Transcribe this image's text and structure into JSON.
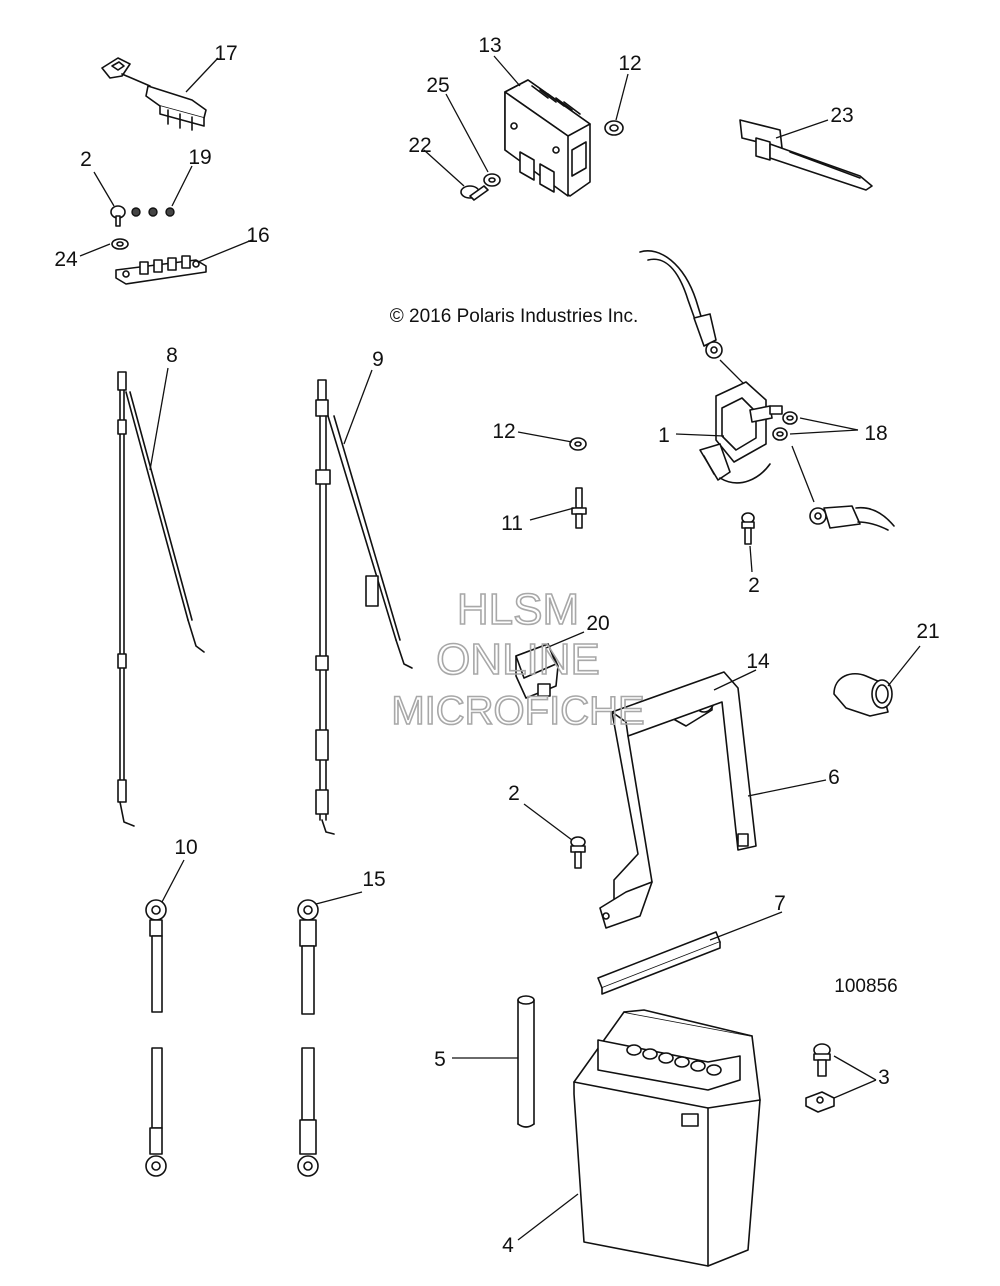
{
  "diagram": {
    "copyright": "© 2016 Polaris Industries Inc.",
    "ref_number": "100856",
    "watermark": [
      "HLSM",
      "ONLINE",
      "MICROFICHE"
    ],
    "callouts": [
      {
        "id": "c17",
        "label": "17"
      },
      {
        "id": "c13",
        "label": "13"
      },
      {
        "id": "c12a",
        "label": "12"
      },
      {
        "id": "c25",
        "label": "25"
      },
      {
        "id": "c22",
        "label": "22"
      },
      {
        "id": "c23",
        "label": "23"
      },
      {
        "id": "c2a",
        "label": "2"
      },
      {
        "id": "c19",
        "label": "19"
      },
      {
        "id": "c24",
        "label": "24"
      },
      {
        "id": "c16",
        "label": "16"
      },
      {
        "id": "c8",
        "label": "8"
      },
      {
        "id": "c9",
        "label": "9"
      },
      {
        "id": "c12b",
        "label": "12"
      },
      {
        "id": "c1",
        "label": "1"
      },
      {
        "id": "c18",
        "label": "18"
      },
      {
        "id": "c11",
        "label": "11"
      },
      {
        "id": "c2b",
        "label": "2"
      },
      {
        "id": "c20",
        "label": "20"
      },
      {
        "id": "c14",
        "label": "14"
      },
      {
        "id": "c21",
        "label": "21"
      },
      {
        "id": "c6",
        "label": "6"
      },
      {
        "id": "c2c",
        "label": "2"
      },
      {
        "id": "c10",
        "label": "10"
      },
      {
        "id": "c15",
        "label": "15"
      },
      {
        "id": "c7",
        "label": "7"
      },
      {
        "id": "c5",
        "label": "5"
      },
      {
        "id": "c3",
        "label": "3"
      },
      {
        "id": "c4",
        "label": "4"
      }
    ]
  }
}
